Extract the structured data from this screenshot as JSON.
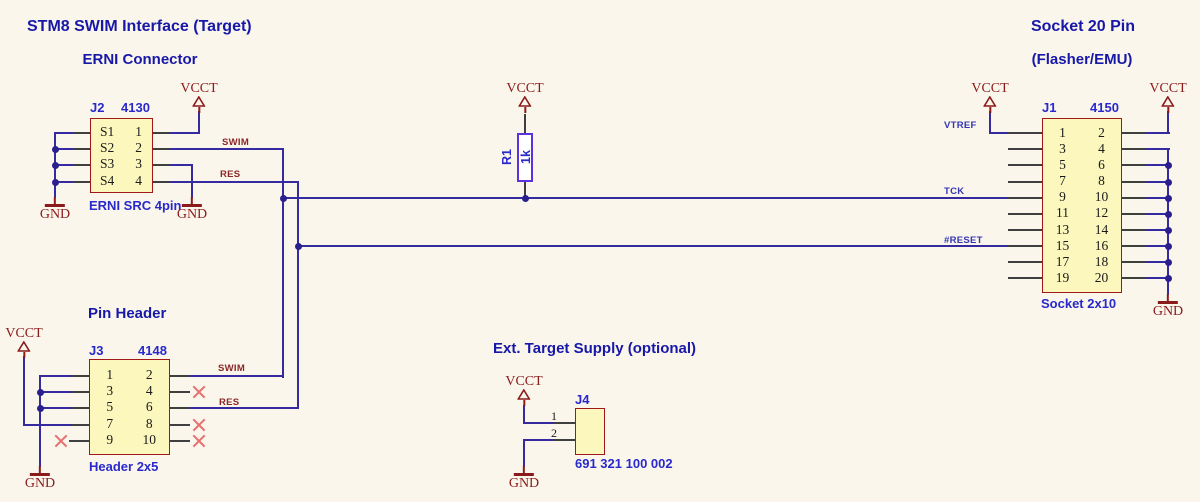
{
  "colors": {
    "background": "#faf6ec",
    "title_blue": "#1818a8",
    "label_blue": "#2929cc",
    "net_label_blue": "#3434b4",
    "net_label_maroon": "#8b2727",
    "wire_blue": "#362aa0",
    "junction_blue": "#2a1f8e",
    "pin_stub_gray": "#3f3f3f",
    "component_fill": "#fbf7bd",
    "component_border": "#a01818",
    "power_red": "#8b1a1a",
    "resistor_border": "#5d31dd",
    "no_connect_red": "#e87070"
  },
  "titles": {
    "target_line1": "STM8 SWIM Interface (Target)",
    "target_line2": "ERNI Connector",
    "socket_line1": "Socket 20 Pin",
    "socket_line2": "(Flasher/EMU)",
    "pin_header": "Pin Header",
    "ext_supply": "Ext. Target Supply (optional)"
  },
  "power": {
    "vcc": "VCCT",
    "gnd": "GND"
  },
  "nets": {
    "swim": "SWIM",
    "res": "RES",
    "tck": "TCK",
    "reset": "#RESET",
    "vtref": "VTREF"
  },
  "components": {
    "j2": {
      "refdes": "J2",
      "value": "4130",
      "footprint": "ERNI SRC 4pin",
      "left_pins": [
        "S1",
        "S2",
        "S3",
        "S4"
      ],
      "right_pins": [
        "1",
        "2",
        "3",
        "4"
      ]
    },
    "j1": {
      "refdes": "J1",
      "value": "4150",
      "footprint": "Socket 2x10",
      "left_pins": [
        "1",
        "3",
        "5",
        "7",
        "9",
        "11",
        "13",
        "15",
        "17",
        "19"
      ],
      "right_pins": [
        "2",
        "4",
        "6",
        "8",
        "10",
        "12",
        "14",
        "16",
        "18",
        "20"
      ]
    },
    "j3": {
      "refdes": "J3",
      "value": "4148",
      "footprint": "Header 2x5",
      "left_pins": [
        "1",
        "3",
        "5",
        "7",
        "9"
      ],
      "right_pins": [
        "2",
        "4",
        "6",
        "8",
        "10"
      ]
    },
    "j4": {
      "refdes": "J4",
      "order_number": "691 321 100 002",
      "pins": [
        "1",
        "2"
      ]
    },
    "r1": {
      "refdes": "R1",
      "value": "1k"
    }
  }
}
